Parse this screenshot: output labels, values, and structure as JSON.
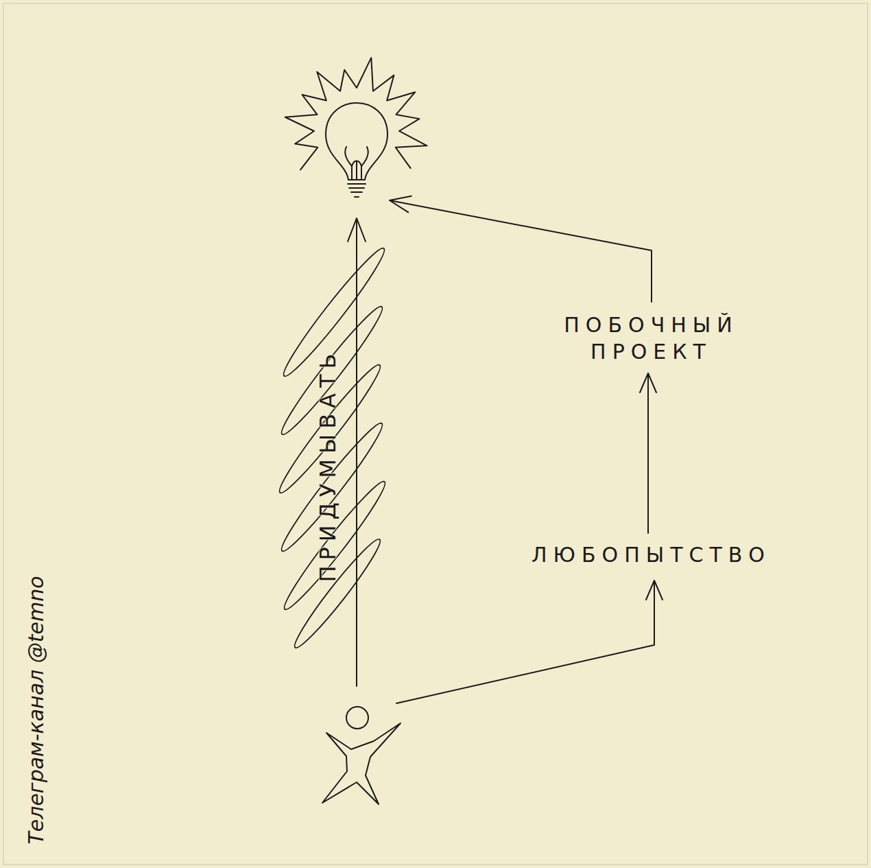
{
  "diagram": {
    "nodes": [
      {
        "text": [
          "ПОБОЧНЫЙ ПРОЕКТ"
        ]
      },
      {
        "text": [
          "ЛЮБОПЫТСТВО"
        ]
      }
    ],
    "edges": [
      {
        "from": 1,
        "to": 0,
        "arrow": "to"
      }
    ],
    "labels": [
      "ПРИДУМЫВАТЬ",
      "Телеграм-канал @temno"
    ]
  }
}
